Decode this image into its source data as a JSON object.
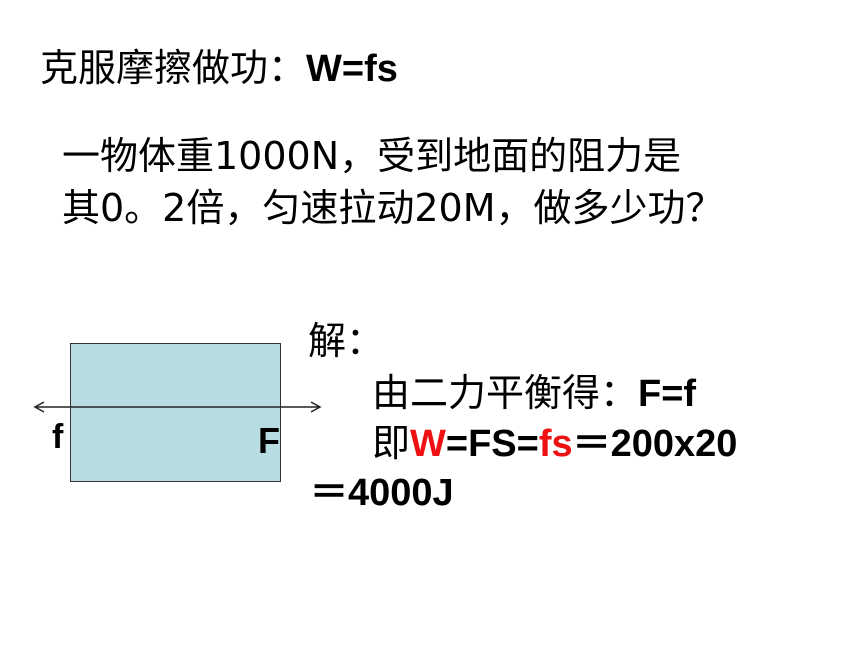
{
  "title": {
    "cn": "克服摩擦做功：",
    "formula": "W=fs"
  },
  "problem": {
    "line1": "一物体重1000N，受到地面的阻力是",
    "line2": "其0。2倍，匀速拉动20M，做多少功？"
  },
  "diagram": {
    "left_label": "f",
    "right_label": "F",
    "box_color": "#b7dde2"
  },
  "solution": {
    "label": "解：",
    "line1_cn": "由二力平衡得：",
    "line1_eq": "F=f",
    "line2_cn": "即",
    "line2_W": "W",
    "line2_mid": "=FS=",
    "line2_fs": "fs",
    "line2_rest": "＝200x20",
    "line3": "＝4000J"
  },
  "colors": {
    "highlight": "#ee1111"
  }
}
